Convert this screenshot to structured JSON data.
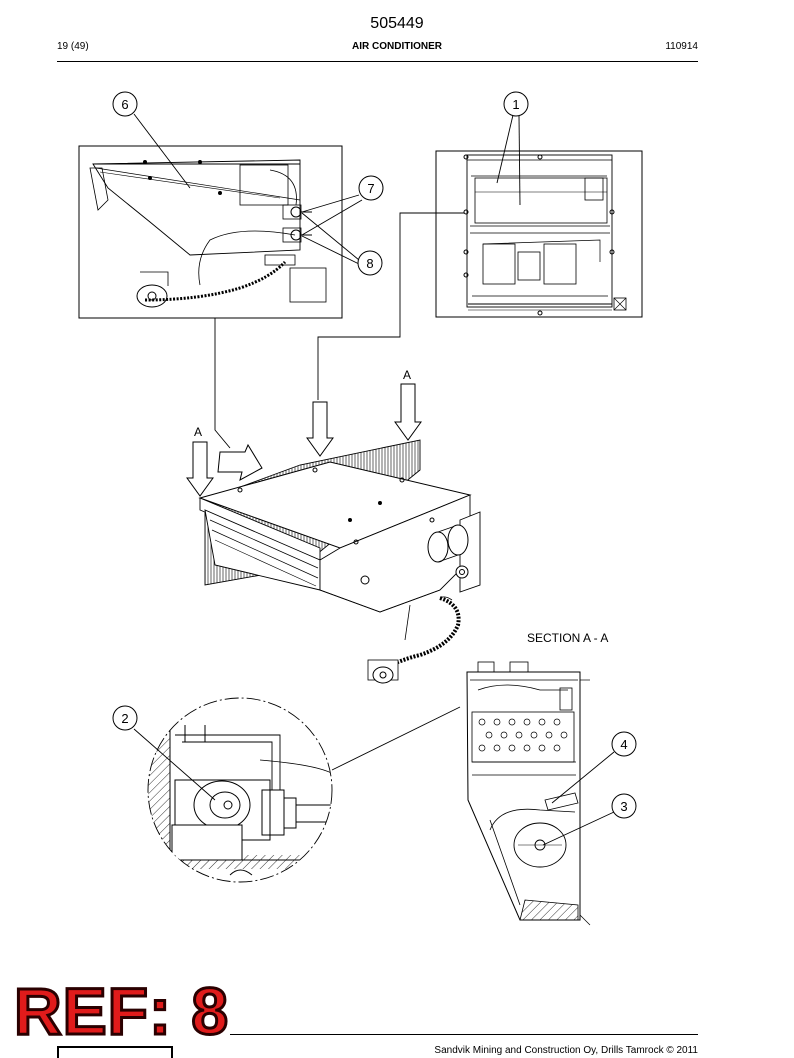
{
  "header": {
    "doc_number": "505449",
    "page": "19 (49)",
    "title": "AIR CONDITIONER",
    "date": "110914"
  },
  "callouts": [
    "6",
    "1",
    "7",
    "8",
    "2",
    "4",
    "3"
  ],
  "view_labels": {
    "arrow_a_left": "A",
    "arrow_a_right": "A",
    "section": "SECTION A - A"
  },
  "stamp": "REF: 8",
  "footer": {
    "copyright": "Sandvik Mining and Construction Oy, Drills Tamrock © 2011"
  },
  "colors": {
    "stamp_fill": "#e01b1b",
    "stamp_outline": "#2a0000",
    "line": "#000000"
  }
}
